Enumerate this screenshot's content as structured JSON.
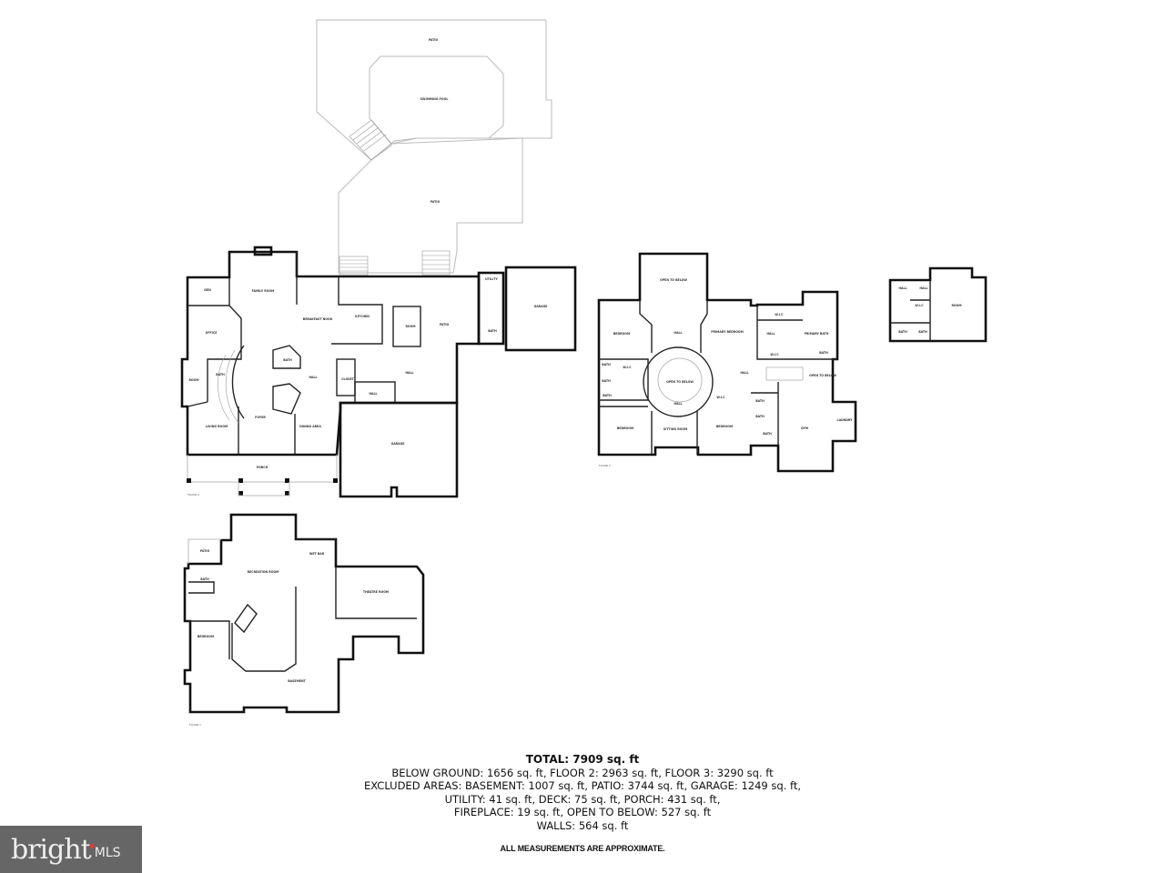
{
  "floorplan": {
    "outdoor": {
      "patio_upper": "PATIO",
      "pool": "SWIMMING POOL",
      "patio_lower": "PATIO"
    },
    "floor2": {
      "label": "FLOOR 2",
      "rooms": [
        "FAMILY ROOM",
        "DEN",
        "OFFICE",
        "ROOM",
        "BATH",
        "BREAKFAST NOOK",
        "KITCHEN",
        "ROOM",
        "PATIO",
        "BATH",
        "HALL",
        "HALL",
        "HALL",
        "LIVING ROOM",
        "FOYER",
        "DINING AREA",
        "PORCH",
        "GARAGE",
        "UTILITY",
        "BATH",
        "GARAGE",
        "CLOSET"
      ]
    },
    "floor3": {
      "label": "FLOOR 3",
      "rooms": [
        "OPEN TO BELOW",
        "BEDROOM",
        "HALL",
        "PRIMARY BEDROOM",
        "W.I.C",
        "PRIMARY BATH",
        "HALL",
        "W.I.C",
        "BATH",
        "OPEN TO BELOW",
        "BATH",
        "BATH",
        "BATH",
        "W.I.C",
        "OPEN TO BELOW",
        "HALL",
        "HALL",
        "W.I.C",
        "BEDROOM",
        "SITTING ROOM",
        "BEDROOM",
        "BATH",
        "BATH",
        "BATH",
        "GYM",
        "LAUNDRY"
      ]
    },
    "floor4": {
      "rooms": [
        "HALL",
        "HALL",
        "W.I.C",
        "ROOM",
        "BATH",
        "BATH"
      ]
    },
    "below": {
      "label": "FLOOR 1",
      "rooms": [
        "PATIO",
        "BATH",
        "RECREATION ROOM",
        "WET BAR",
        "THEATRE ROOM",
        "BEDROOM",
        "BASEMENT"
      ]
    }
  },
  "summary": {
    "total": "TOTAL: 7909 sq. ft",
    "lines": [
      "BELOW GROUND: 1656 sq. ft, FLOOR 2: 2963 sq. ft, FLOOR 3: 3290 sq. ft",
      "EXCLUDED AREAS: BASEMENT: 1007 sq. ft, PATIO: 3744 sq. ft, GARAGE: 1249 sq. ft,",
      "UTILITY: 41 sq. ft, DECK: 75 sq. ft, PORCH: 431 sq. ft,",
      "FIREPLACE: 19 sq. ft, OPEN TO BELOW: 527 sq. ft",
      "WALLS: 564 sq. ft"
    ],
    "note": "ALL MEASUREMENTS ARE APPROXIMATE."
  },
  "logo": {
    "brand": "bright",
    "suffix": "MLS",
    "accent": "#e33333"
  }
}
